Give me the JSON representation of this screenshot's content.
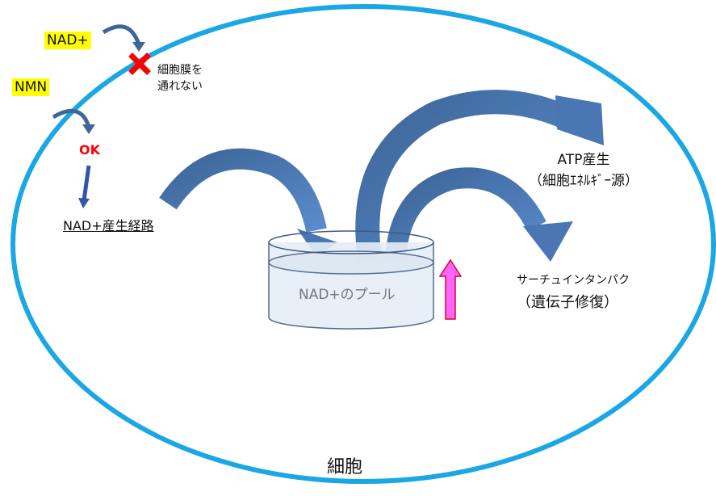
{
  "title": "細胞",
  "labels": {
    "nad_plus": "NAD+",
    "nmn": "NMN",
    "blocked": [
      "細胞膜を",
      "通れない"
    ],
    "ok": "OK",
    "pathway": "NAD+産生経路",
    "pool": "NAD+のプール",
    "atp": [
      "ATP産生",
      "（細胞ｴﾈﾙｷﾞｰ源）"
    ],
    "sirtuin": [
      "サーチュインタンパク",
      "（遺伝子修復）"
    ]
  },
  "colors": {
    "membrane": "#1aa7e3",
    "arrow": "#4a77b4",
    "highlight": "#ffff00",
    "cross": "#ff0000",
    "ok": "#ff0000",
    "pink_arrow": "#ff66ff"
  }
}
